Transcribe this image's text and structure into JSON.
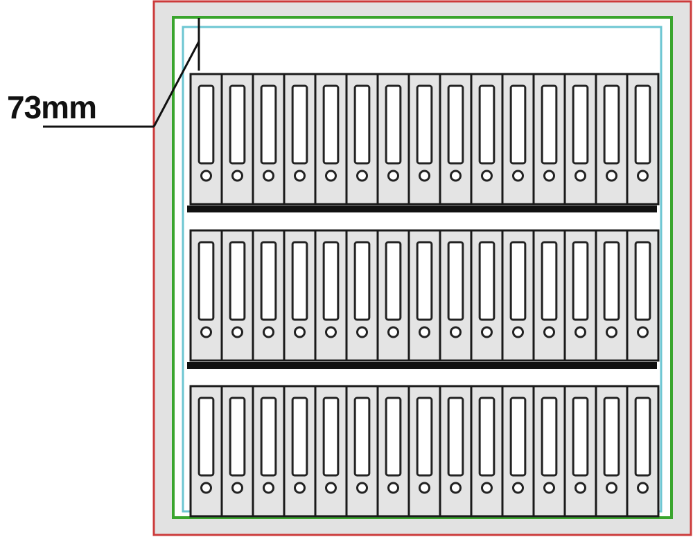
{
  "dimension_label": "73mm",
  "cabinet": {
    "shelf_rows": 3,
    "binders_per_row": 15,
    "colors": {
      "outer_border": "#cc3b3b",
      "outer_fill": "#e2e2e2",
      "inner_border": "#3aa52e",
      "interior_border": "#6cc6d2",
      "binder_fill": "#e4e4e4",
      "binder_stroke": "#1a1a1a"
    }
  }
}
